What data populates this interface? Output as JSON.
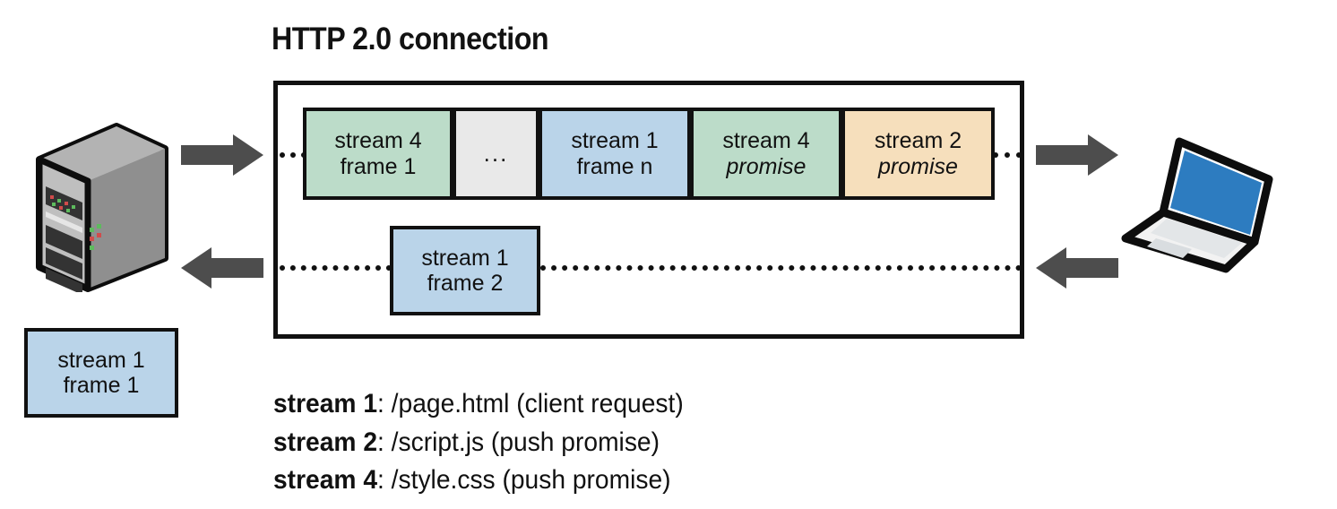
{
  "diagram": {
    "title": "HTTP 2.0 connection",
    "endpoints": {
      "server_icon": "server-icon",
      "client_icon": "laptop-icon"
    },
    "arrows": {
      "server_out": "arrow-right-icon",
      "server_in": "arrow-left-icon",
      "client_in": "arrow-right-icon",
      "client_out": "arrow-left-icon"
    },
    "top_lane": {
      "frames": [
        {
          "line1": "stream 4",
          "line2": "frame 1",
          "line2_italic": false,
          "color": "#bcdcc9",
          "name": "frame-stream4-frame1"
        },
        {
          "line1": "...",
          "line2": "",
          "line2_italic": false,
          "color": "#e9e9e9",
          "name": "frame-ellipsis"
        },
        {
          "line1": "stream 1",
          "line2": "frame n",
          "line2_italic": false,
          "color": "#bad4e9",
          "name": "frame-stream1-framen"
        },
        {
          "line1": "stream 4",
          "line2": "promise",
          "line2_italic": true,
          "color": "#bcdcc9",
          "name": "frame-stream4-promise"
        },
        {
          "line1": "stream 2",
          "line2": "promise",
          "line2_italic": true,
          "color": "#f6dfbc",
          "name": "frame-stream2-promise"
        }
      ]
    },
    "bottom_lane": {
      "frames": [
        {
          "line1": "stream 1",
          "line2": "frame 2",
          "line2_italic": false,
          "color": "#bad4e9",
          "name": "frame-stream1-frame2"
        }
      ]
    },
    "outside_frame": {
      "line1": "stream 1",
      "line2": "frame 1",
      "color": "#bad4e9",
      "name": "frame-stream1-frame1"
    },
    "legend": [
      {
        "label": "stream 1",
        "value": ": /page.html  (client request)"
      },
      {
        "label": "stream 2",
        "value": ": /script.js  (push promise)"
      },
      {
        "label": "stream 4",
        "value": ": /style.css  (push promise)"
      }
    ],
    "colors": {
      "green": "#bcdcc9",
      "blue": "#bad4e9",
      "orange": "#f6dfbc",
      "gray": "#e9e9e9",
      "stroke": "#111111",
      "arrow": "#4d4d4d"
    }
  }
}
